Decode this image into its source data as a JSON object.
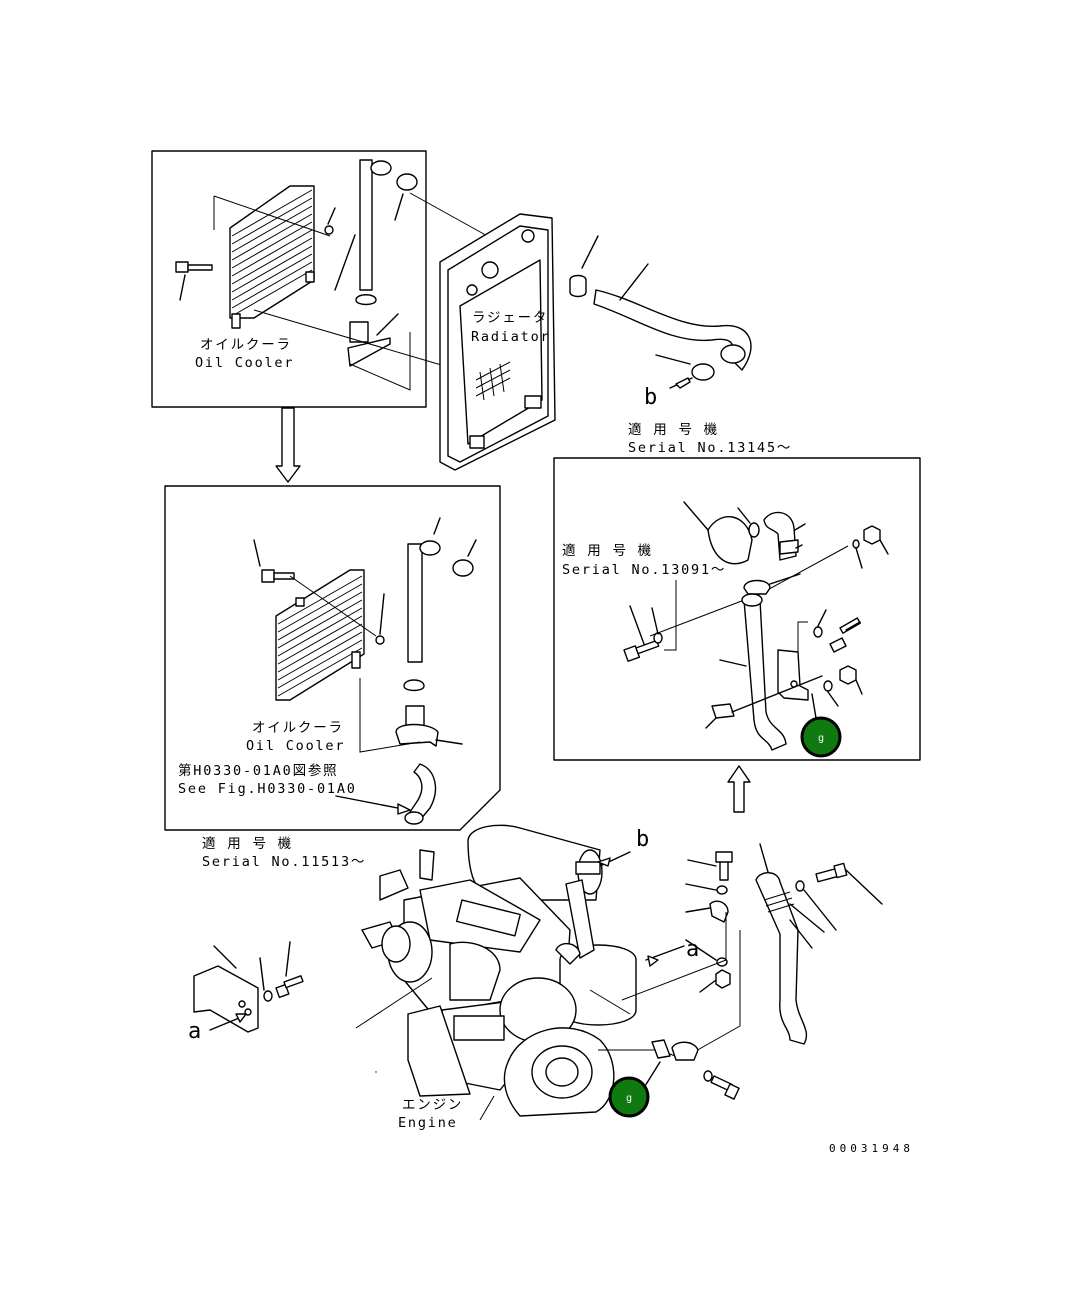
{
  "labels": {
    "oil_cooler_top_jp": "オイルクーラ",
    "oil_cooler_top_en": "Oil Cooler",
    "radiator_jp": "ラジェータ",
    "radiator_en": "Radiator",
    "marker_b_top": "b",
    "serial_13145_jp": "適 用 号 機",
    "serial_13145_en": "Serial No.13145～",
    "serial_13091_jp": "適 用 号 機",
    "serial_13091_en": "Serial No.13091～",
    "oil_cooler_mid_jp": "オイルクーラ",
    "oil_cooler_mid_en": "Oil Cooler",
    "see_fig_jp": "第H0330-01A0図参照",
    "see_fig_en": "See Fig.H0330-01A0",
    "serial_11513_jp": "適 用 号 機",
    "serial_11513_en": "Serial No.11513～",
    "marker_b_bottom": "b",
    "marker_a_right": "a",
    "marker_a_left": "a",
    "engine_jp": "エンジン",
    "engine_en": "Engine",
    "catalog_number": "00031948"
  },
  "callouts": [
    {
      "text": "g",
      "color": "#0f7a0f"
    },
    {
      "text": "g",
      "color": "#0f7a0f"
    }
  ]
}
